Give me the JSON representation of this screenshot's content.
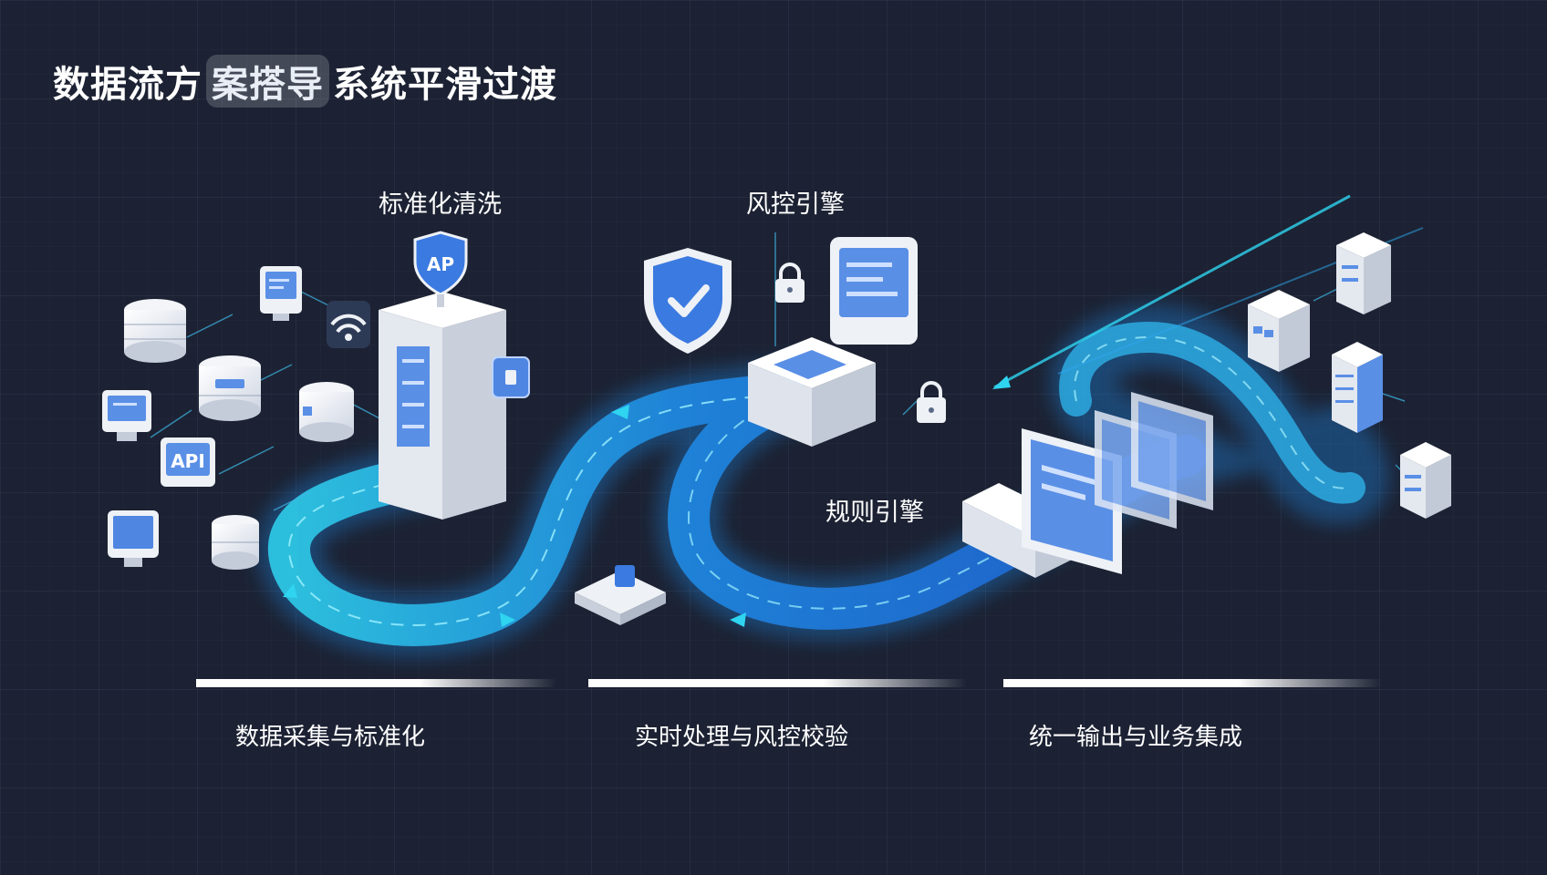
{
  "title": {
    "prefix": "数据流方",
    "highlight": "案搭导",
    "suffix": "系统平滑过渡"
  },
  "labels": {
    "standardize": "标准化清洗",
    "risk_engine": "风控引擎",
    "rule_engine": "规则引擎"
  },
  "icon_texts": {
    "api_shield": "AP",
    "api_monitor": "API"
  },
  "stages": [
    {
      "label": "数据采集与标准化"
    },
    {
      "label": "实时处理与风控校验"
    },
    {
      "label": "统一输出与业务集成"
    }
  ],
  "colors": {
    "background": "#1c2233",
    "flow_cyan": "#2fd4f0",
    "flow_blue": "#1f6fe0",
    "device_white": "#eef1f6",
    "screen_blue": "#5a8fe6"
  }
}
